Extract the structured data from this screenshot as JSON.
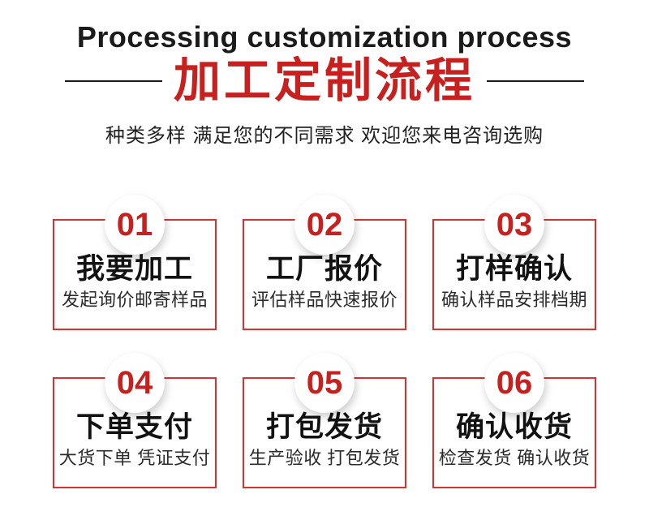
{
  "header": {
    "title_en": "Processing customization process",
    "title_zh": "加工定制流程",
    "tagline": "种类多样 满足您的不同需求 欢迎您来电咨询选购"
  },
  "colors": {
    "accent_red": "#c6211f",
    "card_border_red": "#d5332f",
    "text_dark": "#1b1b1b",
    "divider_black": "#1a1a1a"
  },
  "steps": [
    {
      "number": "01",
      "title": "我要加工",
      "description": "发起询价邮寄样品"
    },
    {
      "number": "02",
      "title": "工厂报价",
      "description": "评估样品快速报价"
    },
    {
      "number": "03",
      "title": "打样确认",
      "description": "确认样品安排档期"
    },
    {
      "number": "04",
      "title": "下单支付",
      "description": "大货下单 凭证支付"
    },
    {
      "number": "05",
      "title": "打包发货",
      "description": "生产验收 打包发货"
    },
    {
      "number": "06",
      "title": "确认收货",
      "description": "检查发货 确认收货"
    }
  ]
}
